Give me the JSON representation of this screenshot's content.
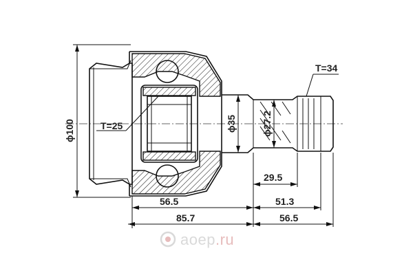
{
  "dimensions": {
    "outer_diameter": "ϕ100",
    "inner_tooth_count": "T=25",
    "shaft_diameter": "ϕ35",
    "spline_diameter": "ϕ27.2",
    "outer_tooth_count": "T=34",
    "spline_length": "29.5",
    "body_length_a": "56.5",
    "body_length_total": "85.7",
    "shaft_length": "51.3",
    "shaft_length_total": "56.5"
  },
  "watermark": {
    "text": "aoep",
    "suffix": ".ru"
  },
  "colors": {
    "line": "#111111",
    "watermark": "#d9d9d9",
    "watermark_accent": "#e7bcbc"
  }
}
